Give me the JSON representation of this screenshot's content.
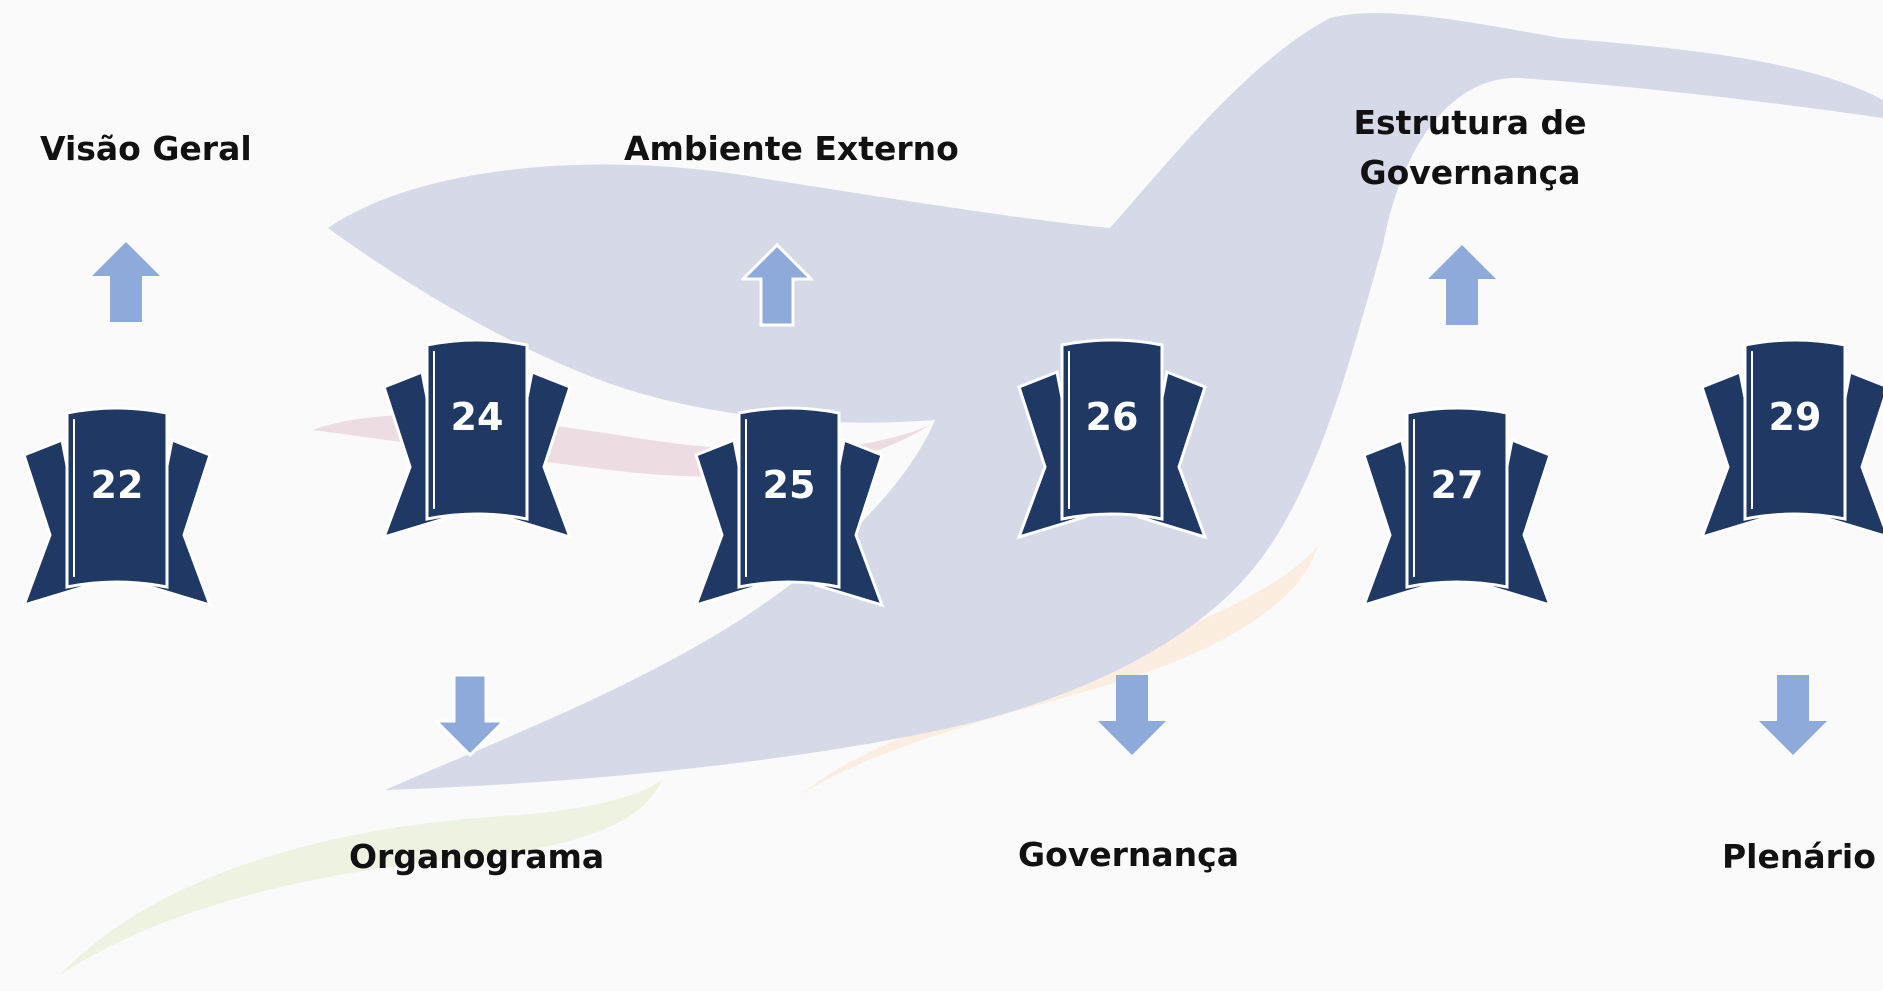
{
  "diagram": {
    "items": [
      {
        "number": "22",
        "label": "Visão Geral",
        "direction": "up"
      },
      {
        "number": "24",
        "label": "Organograma",
        "direction": "down"
      },
      {
        "number": "25",
        "label": "Ambiente Externo",
        "direction": "up"
      },
      {
        "number": "26",
        "label": "Governança",
        "direction": "down"
      },
      {
        "number": "27",
        "label": "Estrutura de Governança",
        "direction": "up"
      },
      {
        "number": "29",
        "label": "Plenário",
        "direction": "down"
      }
    ]
  },
  "colors": {
    "badge_fill": "#1f3864",
    "badge_stroke": "#ffffff",
    "arrow_fill": "#8eaadb",
    "bird_body": "#d5d9e8",
    "wing_red": "#eddde3",
    "wing_orange": "#fbeee0",
    "wing_green": "#edf2e1"
  }
}
